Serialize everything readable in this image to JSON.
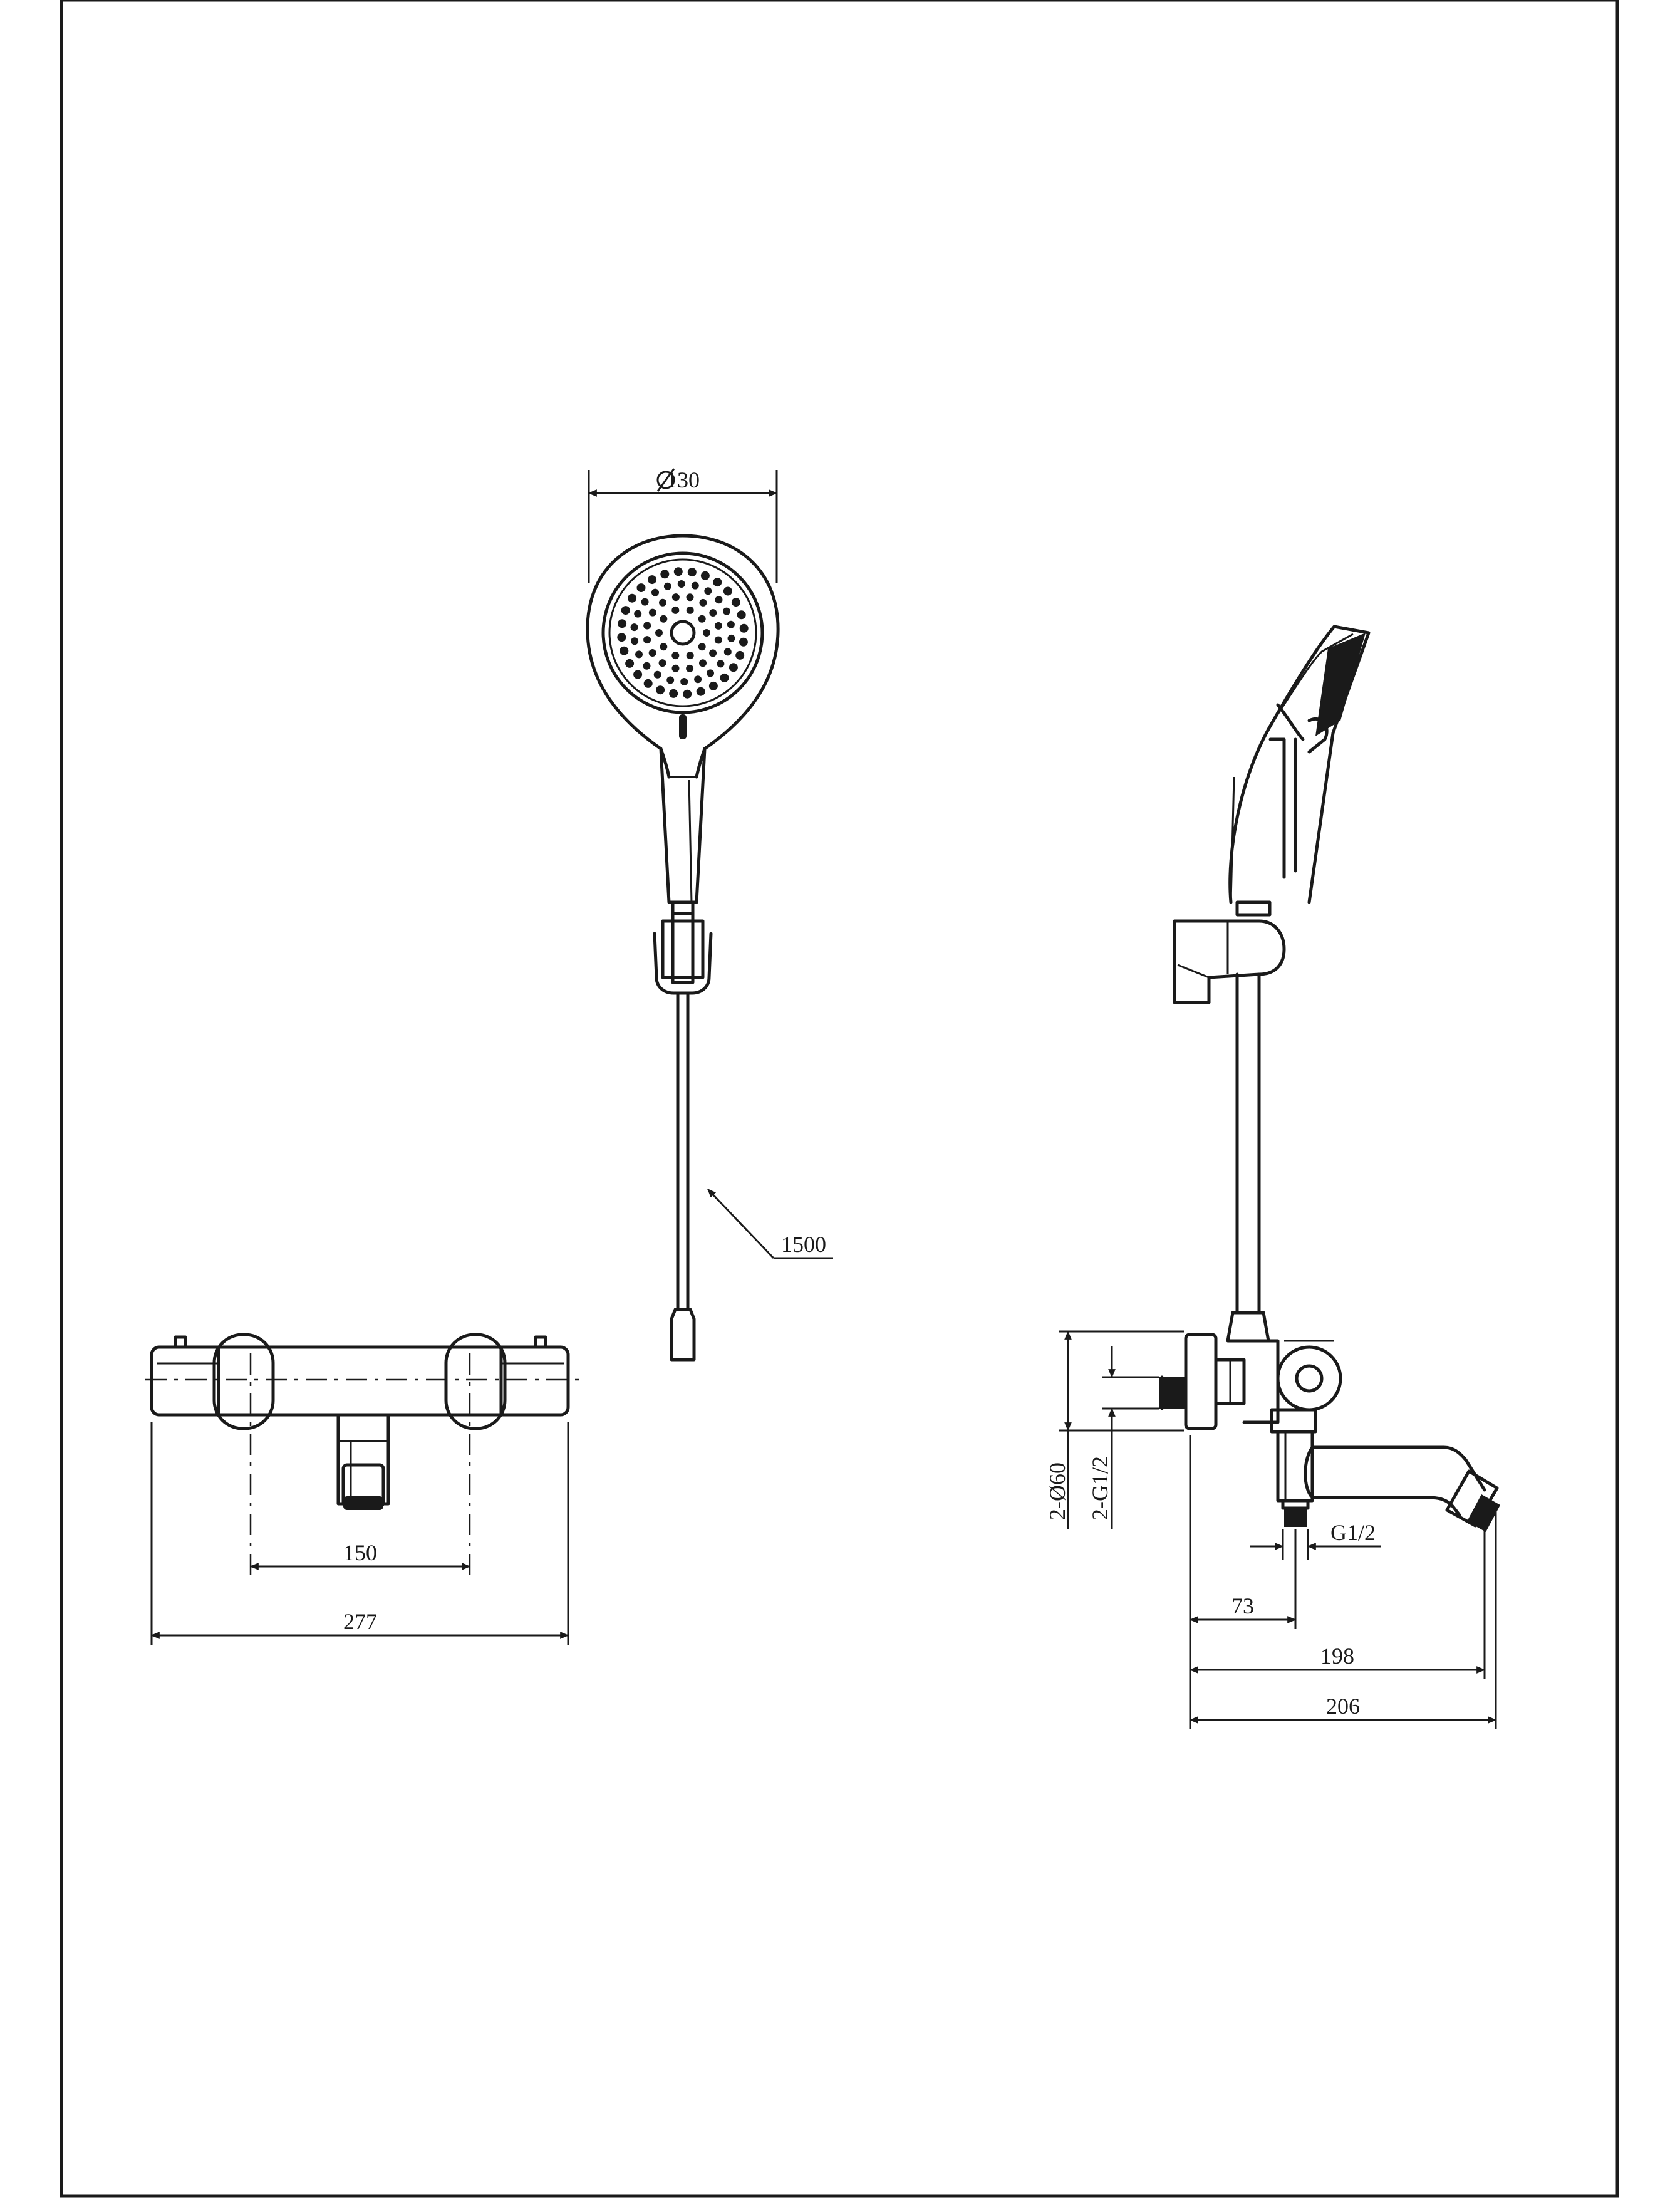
{
  "dimensions": {
    "head_diameter": "130",
    "hose_length": "1500",
    "inlet_spacing": "150",
    "body_width": "277",
    "wall_eccentric_diameter": "2-Ø60",
    "inlet_thread": "2-G1/2",
    "outlet_thread": "G1/2",
    "depth_to_outlet": "73",
    "spout_reach": "198",
    "overall_depth": "206"
  },
  "colors": {
    "ink": "#1a1a1a",
    "paper": "#ffffff"
  }
}
